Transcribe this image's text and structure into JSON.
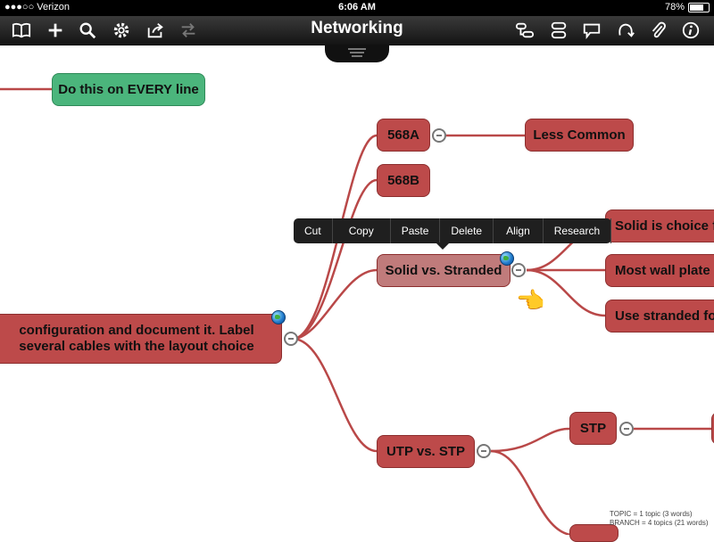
{
  "status_bar": {
    "carrier": "●●●○○ Verizon",
    "time": "6:06 AM",
    "battery": "78%"
  },
  "toolbar": {
    "title": "Networking"
  },
  "nodes": {
    "every_line": "Do this on EVERY line",
    "main_topic": "configuration and document it. Label several cables with the layout choice",
    "n568a": "568A",
    "n568b": "568B",
    "less_common": "Less Common",
    "solid_stranded": "Solid vs. Stranded",
    "solid_choice": "Solid is choice fo",
    "wall_plate": "Most wall plate c",
    "use_stranded": "Use stranded for",
    "utp_stp": "UTP vs. STP",
    "stp": "STP"
  },
  "context_menu": [
    "Cut",
    "Copy",
    "Paste",
    "Delete",
    "Align",
    "Research"
  ],
  "stats": {
    "topic": "TOPIC = 1 topic (3 words)",
    "branch": "BRANCH = 4 topics (21 words)"
  },
  "colors": {
    "topic": "#bd4a4a",
    "green_topic": "#4bb57c",
    "line": "#b94848"
  }
}
